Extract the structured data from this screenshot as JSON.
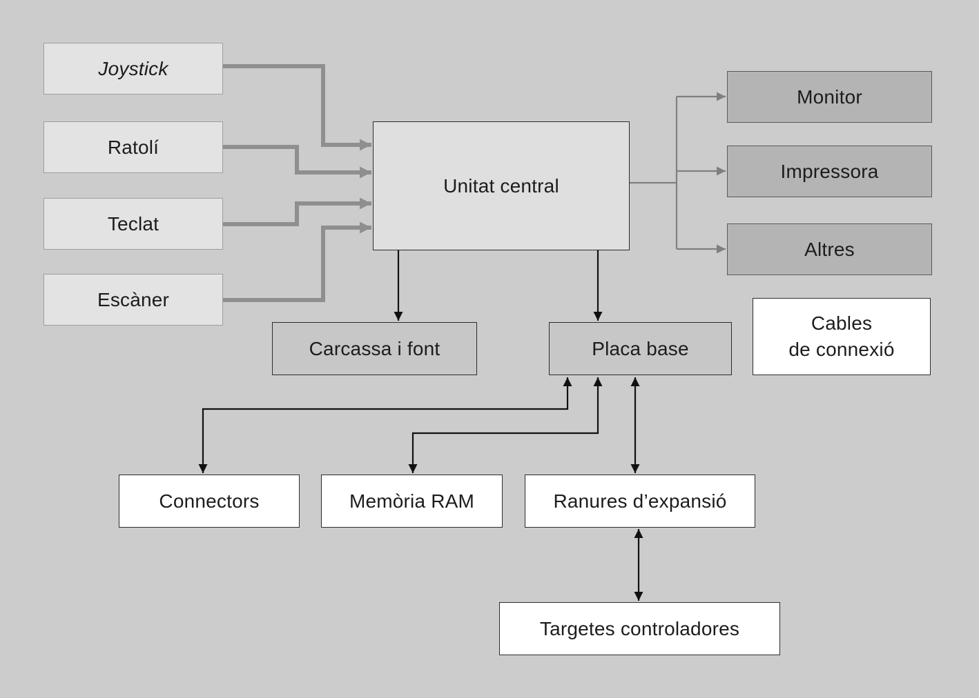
{
  "diagram": {
    "inputs": [
      {
        "label": "Joystick"
      },
      {
        "label": "Ratolí"
      },
      {
        "label": "Teclat"
      },
      {
        "label": "Escàner"
      }
    ],
    "central": {
      "label": "Unitat central"
    },
    "outputs": [
      {
        "label": "Monitor"
      },
      {
        "label": "Impressora"
      },
      {
        "label": "Altres"
      }
    ],
    "cables": {
      "label": "Cables\nde connexió"
    },
    "carcassa": {
      "label": "Carcassa i font"
    },
    "placa_base": {
      "label": "Placa base"
    },
    "connectors": {
      "label": "Connectors"
    },
    "memoria_ram": {
      "label": "Memòria RAM"
    },
    "ranures": {
      "label": "Ranures d’expansió"
    },
    "targetes": {
      "label": "Targetes controladores"
    }
  },
  "colors": {
    "background": "#cccccc",
    "input_box_fill": "#e3e3e3",
    "central_box_fill": "#dfdfdf",
    "output_box_fill": "#b4b4b4",
    "mid_box_fill": "#c7c7c7",
    "white_box_fill": "#ffffff",
    "gray_arrow": "#8f8f8f",
    "thin_gray_arrow": "#7f7f7f",
    "black_arrow": "#111111"
  }
}
